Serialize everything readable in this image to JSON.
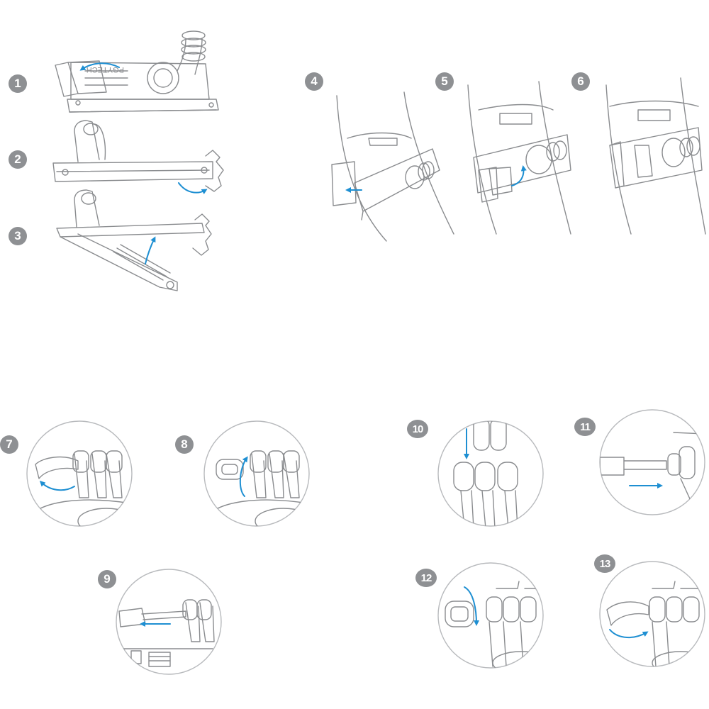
{
  "steps": [
    {
      "label": "1"
    },
    {
      "label": "2"
    },
    {
      "label": "3"
    },
    {
      "label": "4"
    },
    {
      "label": "5"
    },
    {
      "label": "6"
    },
    {
      "label": "7"
    },
    {
      "label": "8"
    },
    {
      "label": "9"
    },
    {
      "label": "10"
    },
    {
      "label": "11"
    },
    {
      "label": "12"
    },
    {
      "label": "13"
    }
  ],
  "brand_text": "PGYTECH",
  "colors": {
    "line": "#8a8c8f",
    "badge": "#8e9093",
    "arrow": "#1e8fd2",
    "background": "#ffffff"
  },
  "icons": [
    "rotate-arrow-icon",
    "push-arrow-icon",
    "pull-arrow-icon"
  ]
}
